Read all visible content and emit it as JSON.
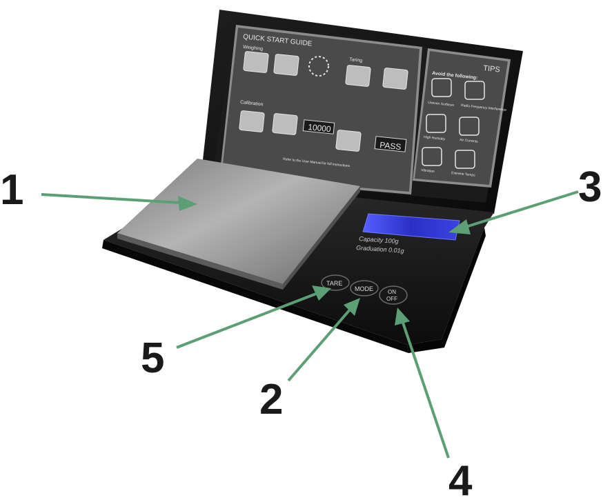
{
  "card": {
    "title": "QUICK START GUIDE",
    "tips_title": "TIPS",
    "sections": {
      "weighing": "Weighing",
      "taring": "Taring",
      "calibration": "Calibration"
    },
    "display_value": "10000",
    "pass_text": "PASS",
    "avoid_title": "Avoid the following:",
    "avoid_items": [
      "Uneven Surfaces",
      "Radio Frequency Interference",
      "High Humidity",
      "Air Currents",
      "Vibration",
      "Extreme Temps"
    ],
    "footer": "Refer to the User Manual for full instructions"
  },
  "lcd": {
    "capacity": "Capacity   100g",
    "graduation": "Graduation   0.01g"
  },
  "buttons": {
    "tare": "TARE",
    "mode": "MODE",
    "on": "ON",
    "off": "OFF"
  },
  "callouts": {
    "c1": "1",
    "c2": "2",
    "c3": "3",
    "c4": "4",
    "c5": "5"
  },
  "colors": {
    "arrow": "#5c9f75",
    "body": "#141414",
    "platform": "#9a9a9a",
    "lcd": "#3b3fd6"
  }
}
